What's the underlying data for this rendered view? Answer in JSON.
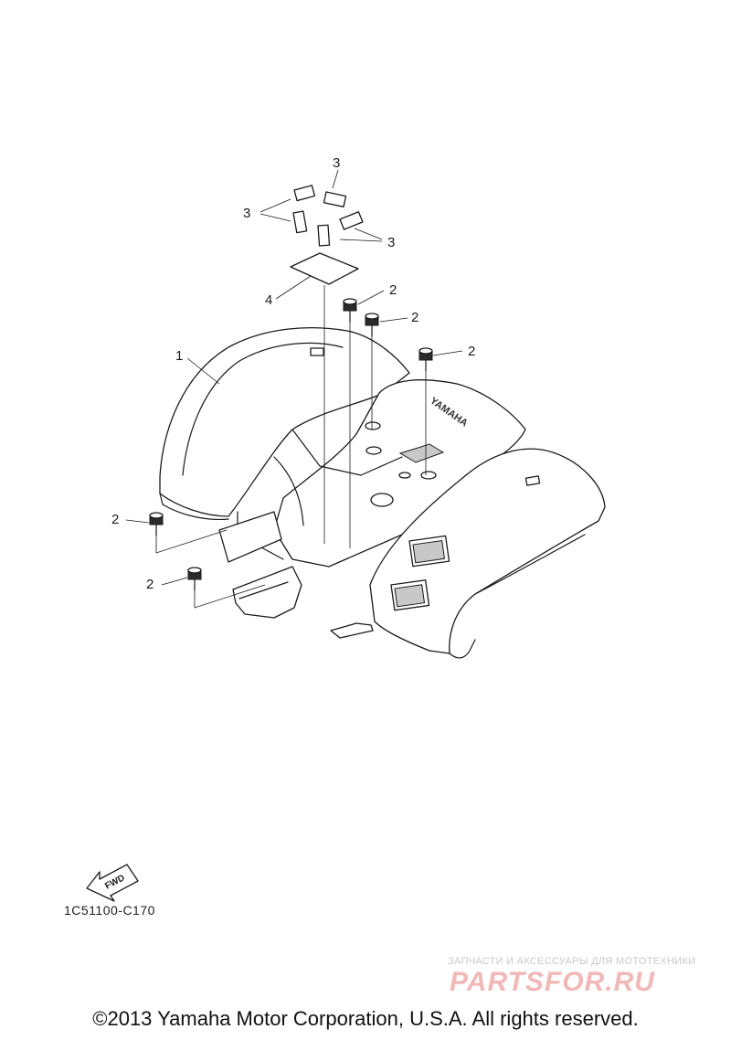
{
  "diagram": {
    "callouts": [
      "1",
      "2",
      "3",
      "4"
    ],
    "fender_brand_text": "YAMAHA",
    "fwd_label": "FWD",
    "diagram_code": "1C51100-C170"
  },
  "watermark": {
    "caption": "ЗАПЧАСТИ И АКСЕССУАРЫ ДЛЯ МОТОТЕХНИКИ",
    "logo": "PARTSFOR.RU"
  },
  "footer": {
    "copyright": "©2013 Yamaha Motor Corporation, U.S.A. All rights reserved."
  }
}
